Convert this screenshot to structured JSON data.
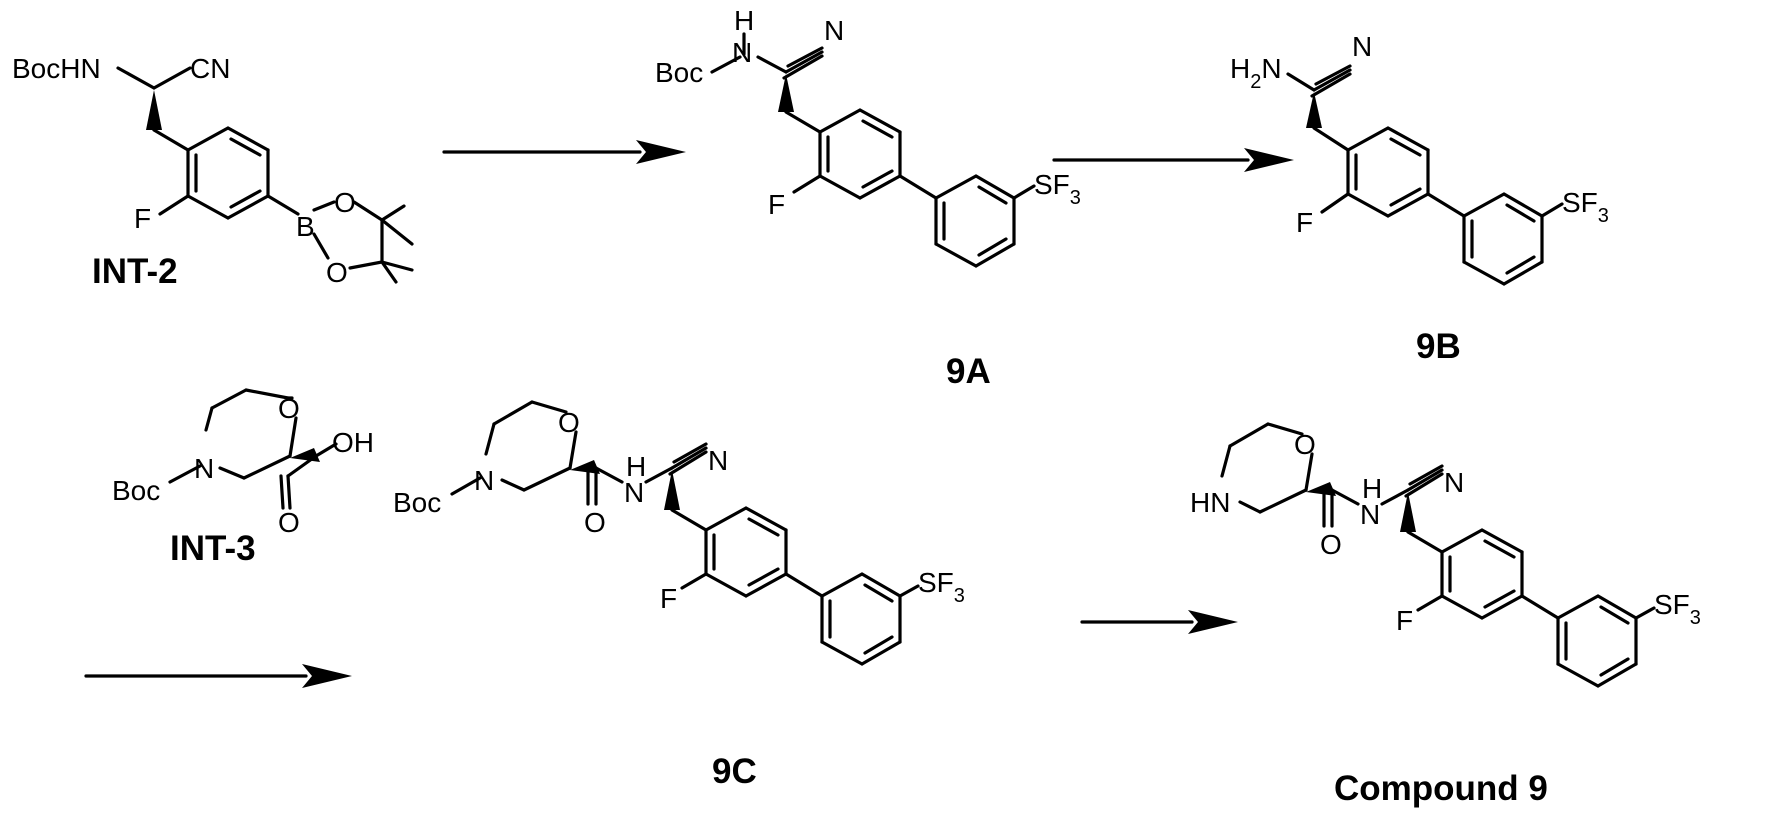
{
  "scheme": {
    "compounds": [
      {
        "label": "INT-2",
        "atoms": {
          "bochn": "BocHN",
          "cn": "CN",
          "f": "F",
          "b": "B",
          "o1": "O",
          "o2": "O"
        }
      },
      {
        "label": "9A",
        "atoms": {
          "nh_h": "H",
          "nh_n": "N",
          "boc": "Boc",
          "nitrile_n": "N",
          "f": "F",
          "sf": "SF",
          "sf_sub": "3"
        }
      },
      {
        "label": "9B",
        "atoms": {
          "h2n_h": "H",
          "h2n_sub": "2",
          "h2n_n": "N",
          "nitrile_n": "N",
          "f": "F",
          "sf": "SF",
          "sf_sub": "3"
        }
      },
      {
        "label": "INT-3",
        "atoms": {
          "ring_o": "O",
          "ring_n": "N",
          "boc": "Boc",
          "oh": "OH",
          "carbonyl_o": "O"
        }
      },
      {
        "label": "9C",
        "atoms": {
          "ring_o": "O",
          "ring_n": "N",
          "boc": "Boc",
          "nh_h": "H",
          "nh_n": "N",
          "nitrile_n": "N",
          "carbonyl_o": "O",
          "f": "F",
          "sf": "SF",
          "sf_sub": "3"
        }
      },
      {
        "label": "Compound 9",
        "atoms": {
          "ring_o": "O",
          "hn": "HN",
          "nh_h": "H",
          "nh_n": "N",
          "nitrile_n": "N",
          "carbonyl_o": "O",
          "f": "F",
          "sf": "SF",
          "sf_sub": "3"
        }
      }
    ],
    "arrows": [
      {
        "from": "INT-2",
        "to": "9A"
      },
      {
        "from": "9A",
        "to": "9B"
      },
      {
        "from": "INT-3",
        "to": "9C"
      },
      {
        "from": "9C",
        "to": "Compound 9"
      }
    ]
  }
}
